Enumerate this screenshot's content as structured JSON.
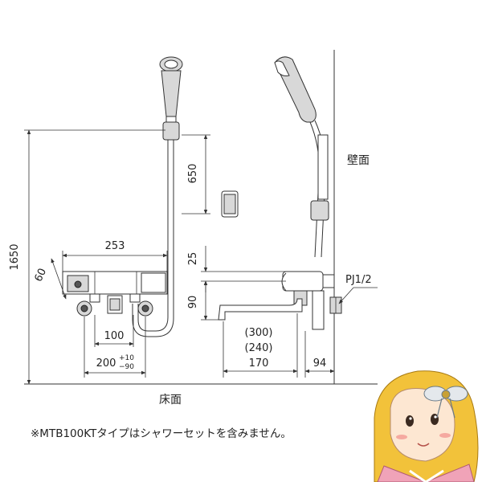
{
  "dimensions": {
    "total_height": "1650",
    "holder_height": "650",
    "body_width": "253",
    "body_depth": "60",
    "top_offset": "25",
    "spout_drop": "90",
    "inlet_spacing": "100",
    "mount_spacing": "200",
    "mount_tol_plus": "+10",
    "mount_tol_minus": "−90",
    "spout_300": "(300)",
    "spout_240": "(240)",
    "spout_170": "170",
    "wall_offset": "94"
  },
  "labels": {
    "wall": "壁面",
    "floor": "床面",
    "pipe_thread": "PJ1/2"
  },
  "note": "※MTB100KTタイプはシャワーセットを含みません。"
}
